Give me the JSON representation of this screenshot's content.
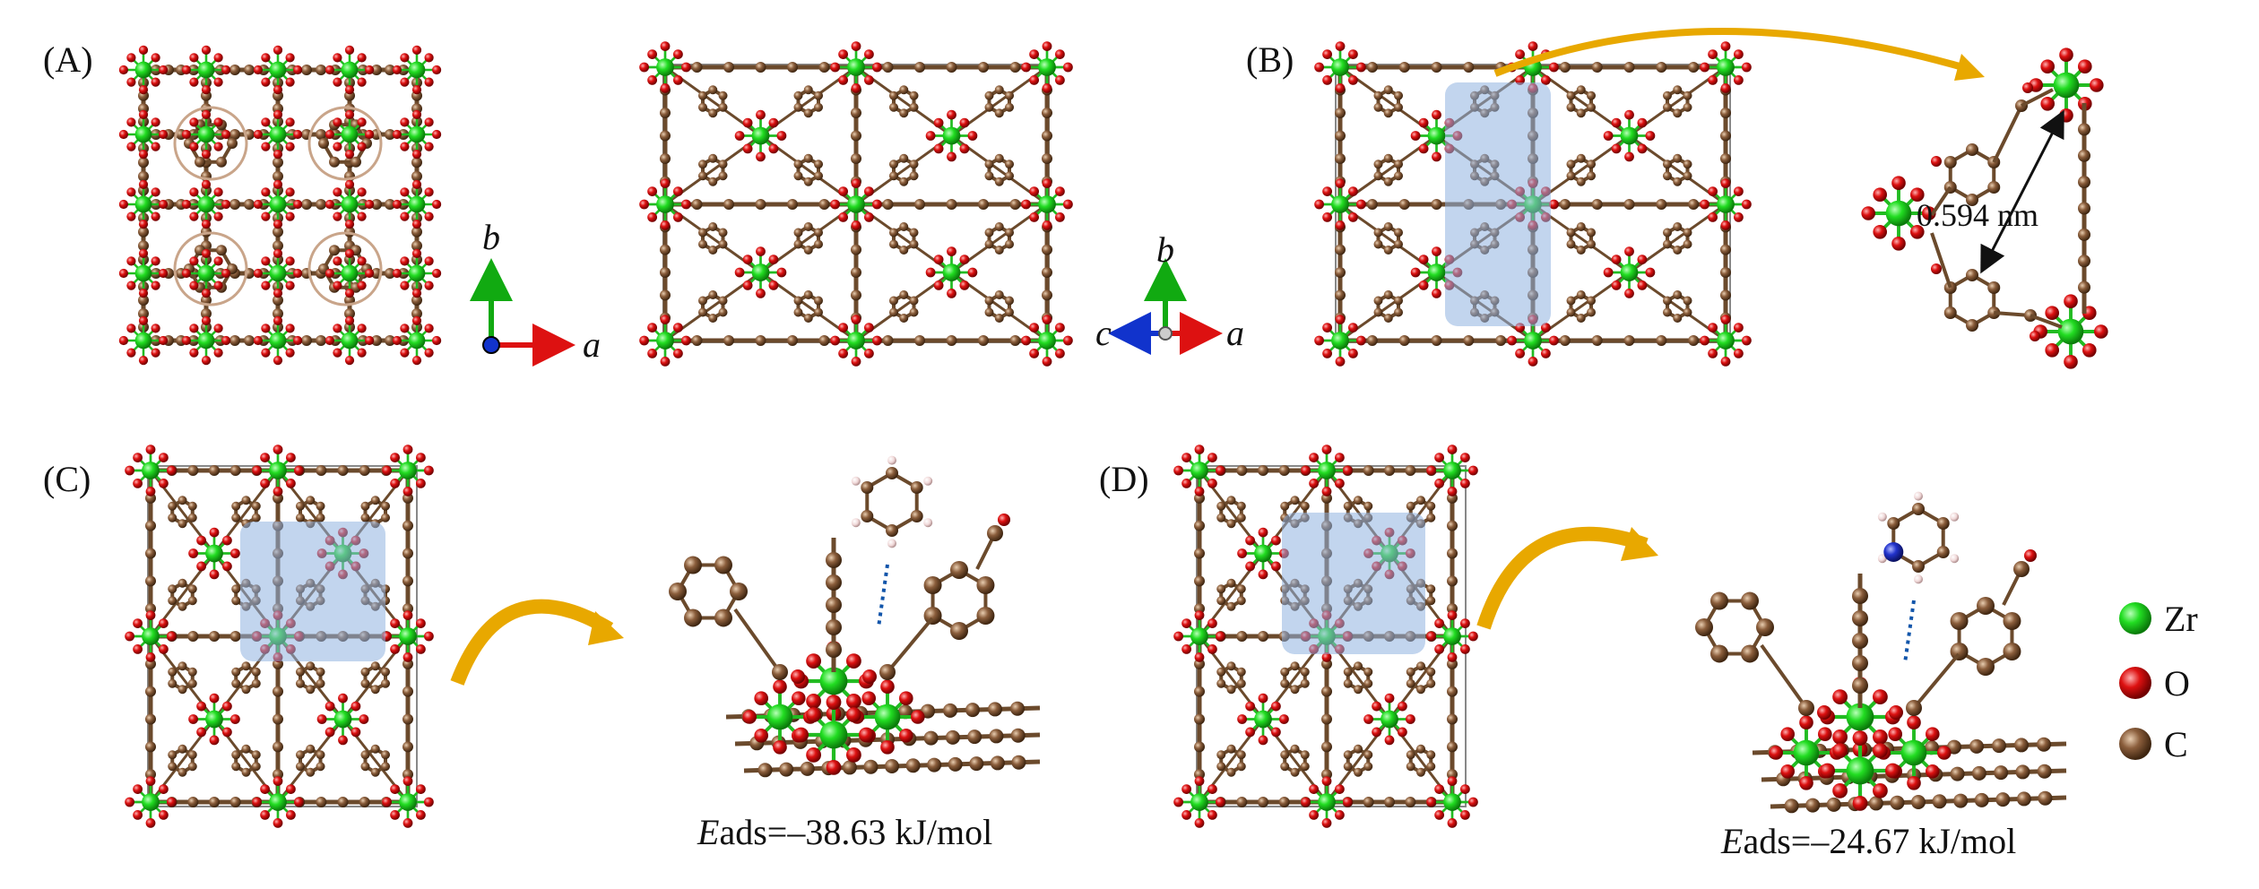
{
  "panels": {
    "a": {
      "label": "(A)"
    },
    "b": {
      "label": "(B)"
    },
    "c": {
      "label": "(C)"
    },
    "d": {
      "label": "(D)"
    }
  },
  "axes": {
    "first": {
      "y": "b",
      "x": "a"
    },
    "second": {
      "y": "b",
      "x": "a",
      "z": "c"
    }
  },
  "distance_label": "0.594 nm",
  "energies": {
    "c": {
      "E": "E",
      "rest": "ads=–38.63 kJ/mol"
    },
    "d": {
      "E": "E",
      "rest": "ads=–24.67 kJ/mol"
    }
  },
  "legend": [
    {
      "label": "Zr",
      "color": "#22dd22"
    },
    {
      "label": "O",
      "color": "#dd1111"
    },
    {
      "label": "C",
      "color": "#8b5e3c"
    }
  ],
  "colors": {
    "zr": "#22dd22",
    "o": "#dd1111",
    "c": "#8b5e3c",
    "highlight": "#8fb3e0",
    "arrow": "#e8a800"
  }
}
